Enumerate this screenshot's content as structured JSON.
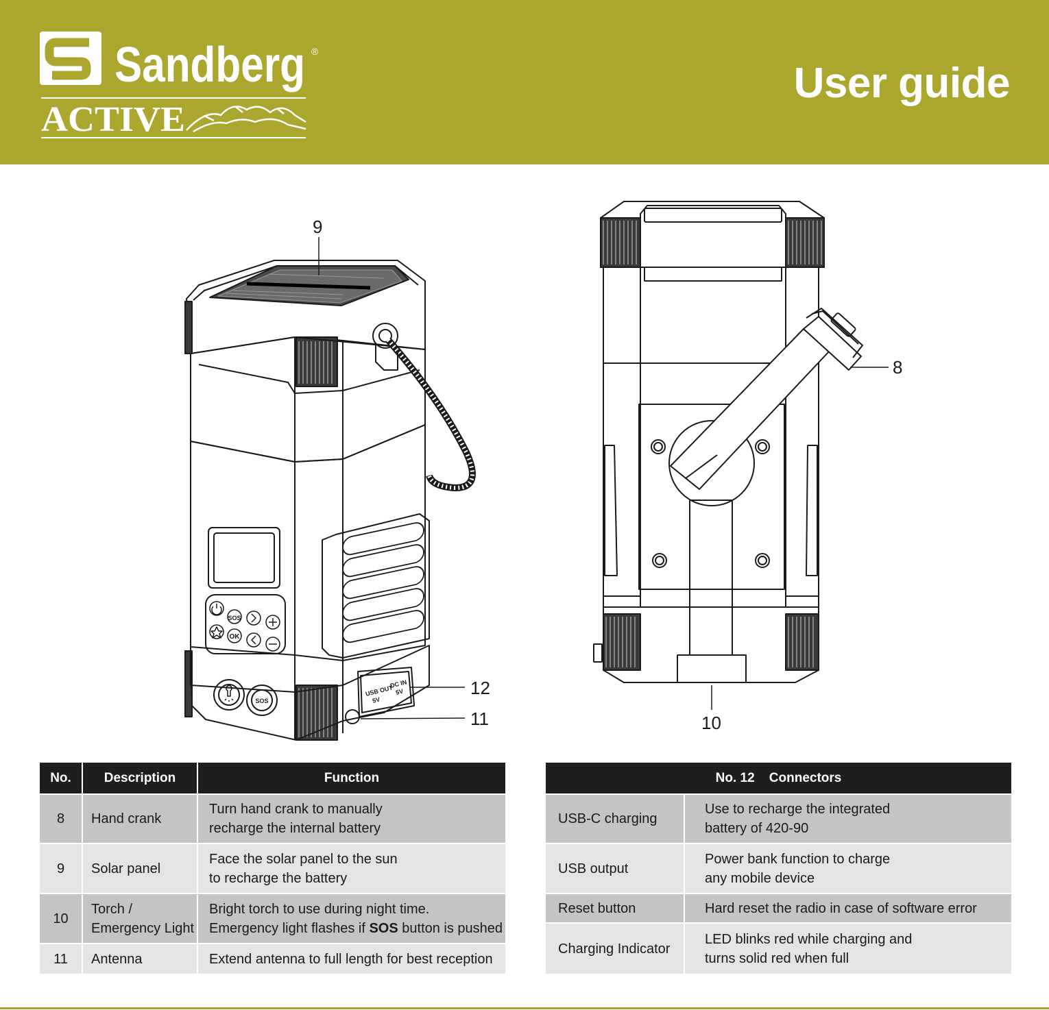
{
  "header": {
    "brand": "Sandberg",
    "registered_mark": "®",
    "sub_brand": "ACTIVE",
    "title": "User guide",
    "color": "#aba62e"
  },
  "diagram": {
    "callouts": {
      "c9": "9",
      "c8": "8",
      "c12": "12",
      "c11": "11",
      "c10": "10"
    },
    "port_labels": {
      "usb_out": "USB OUT",
      "usb_out_v": "5V",
      "dc_in": "DC IN",
      "dc_in_v": "5V"
    },
    "button_labels": {
      "sos": "SOS",
      "ok": "OK"
    }
  },
  "table1": {
    "headers": [
      "No.",
      "Description",
      "Function"
    ],
    "rows": [
      {
        "no": "8",
        "desc": [
          "Hand crank"
        ],
        "func": [
          "Turn hand crank to manually",
          "recharge the internal battery"
        ]
      },
      {
        "no": "9",
        "desc": [
          "Solar panel"
        ],
        "func": [
          "Face the solar panel to the sun",
          "to recharge the battery"
        ]
      },
      {
        "no": "10",
        "desc": [
          "Torch /",
          "Emergency Light"
        ],
        "func": [
          "Bright torch to use during night time.",
          "Emergency light flashes if",
          "SOS",
          "button is pushed"
        ]
      },
      {
        "no": "11",
        "desc": [
          "Antenna"
        ],
        "func": [
          "Extend antenna to full length for best reception"
        ]
      }
    ]
  },
  "table2": {
    "header_no": "No. 12",
    "header_title": "Connectors",
    "rows": [
      {
        "name": "USB-C charging",
        "func": [
          "Use to recharge the integrated",
          "battery of 420-90"
        ]
      },
      {
        "name": "USB output",
        "func": [
          "Power bank function to charge",
          "any mobile device"
        ]
      },
      {
        "name": "Reset button",
        "func": [
          "Hard reset the radio in case of software error"
        ]
      },
      {
        "name": "Charging Indicator",
        "func": [
          "LED blinks red while charging and",
          "turns solid red when full"
        ]
      }
    ]
  }
}
